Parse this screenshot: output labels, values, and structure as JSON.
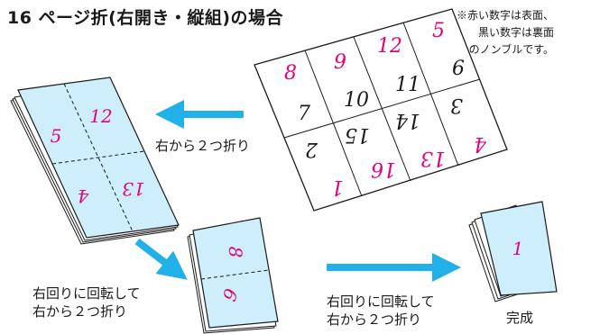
{
  "title": "16 ページ折(右開き・縦組)の場合",
  "note": [
    "※赤い数字は表面、",
    "黒い数字は裏面",
    "のノンブルです。"
  ],
  "colors": {
    "front_number": "#e6007e",
    "back_number": "#1a1a1a",
    "paper": "#cdeefa",
    "arrow": "#22b0e8"
  },
  "sheet": {
    "top_row": [
      {
        "front": "8",
        "back": "7"
      },
      {
        "front": "9",
        "back": "10"
      },
      {
        "front": "12",
        "back": "11"
      },
      {
        "front": "5",
        "back": "6"
      }
    ],
    "bottom_row": [
      {
        "front": "1",
        "back": "2"
      },
      {
        "front": "16",
        "back": "15"
      },
      {
        "front": "13",
        "back": "14"
      },
      {
        "front": "4",
        "back": "3"
      }
    ]
  },
  "step1": {
    "label": "右から２つ折り",
    "pages": [
      "5",
      "12",
      "4",
      "13"
    ]
  },
  "step2": {
    "label": [
      "右回りに回転して",
      "右から２つ折り"
    ],
    "pages": [
      "8",
      "9"
    ]
  },
  "step3": {
    "label": [
      "右回りに回転して",
      "右から２つ折り"
    ]
  },
  "done": {
    "label": "完成",
    "page": "1"
  }
}
